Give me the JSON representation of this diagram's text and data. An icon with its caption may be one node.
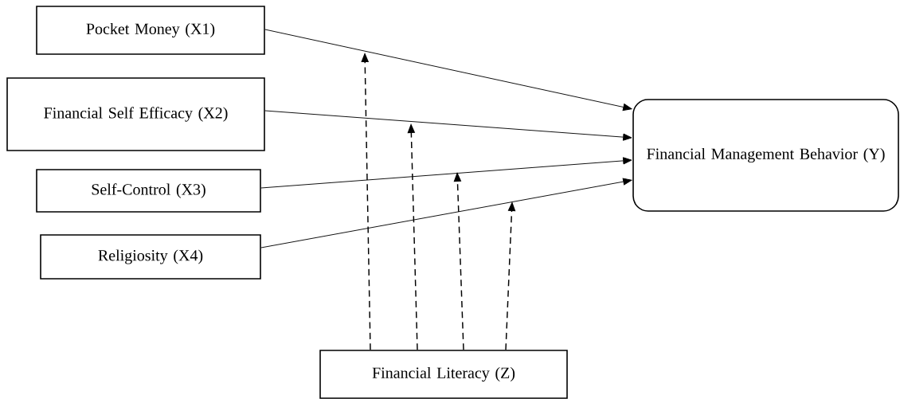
{
  "diagram": {
    "nodes": [
      {
        "text": [
          "Pocket Money (X1)"
        ]
      },
      {
        "text": [
          "Financial Self Efficacy (X2)"
        ]
      },
      {
        "text": [
          "Self-Control (X3)"
        ]
      },
      {
        "text": [
          "Religiosity (X4)"
        ]
      },
      {
        "text": [
          "Financial Management Behavior (Y)"
        ]
      },
      {
        "text": [
          "Financial Literacy (Z)"
        ]
      }
    ],
    "edges": [
      {
        "from": 0,
        "to": 4,
        "arrow": "to"
      },
      {
        "from": 1,
        "to": 4,
        "arrow": "to"
      },
      {
        "from": 2,
        "to": 4,
        "arrow": "to"
      },
      {
        "from": 3,
        "to": 4,
        "arrow": "to"
      },
      {
        "from": 5,
        "to": null,
        "arrow": "to",
        "style": "dashed"
      },
      {
        "from": 5,
        "to": null,
        "arrow": "to",
        "style": "dashed"
      },
      {
        "from": 5,
        "to": null,
        "arrow": "to",
        "style": "dashed"
      },
      {
        "from": 5,
        "to": null,
        "arrow": "to",
        "style": "dashed"
      }
    ]
  }
}
